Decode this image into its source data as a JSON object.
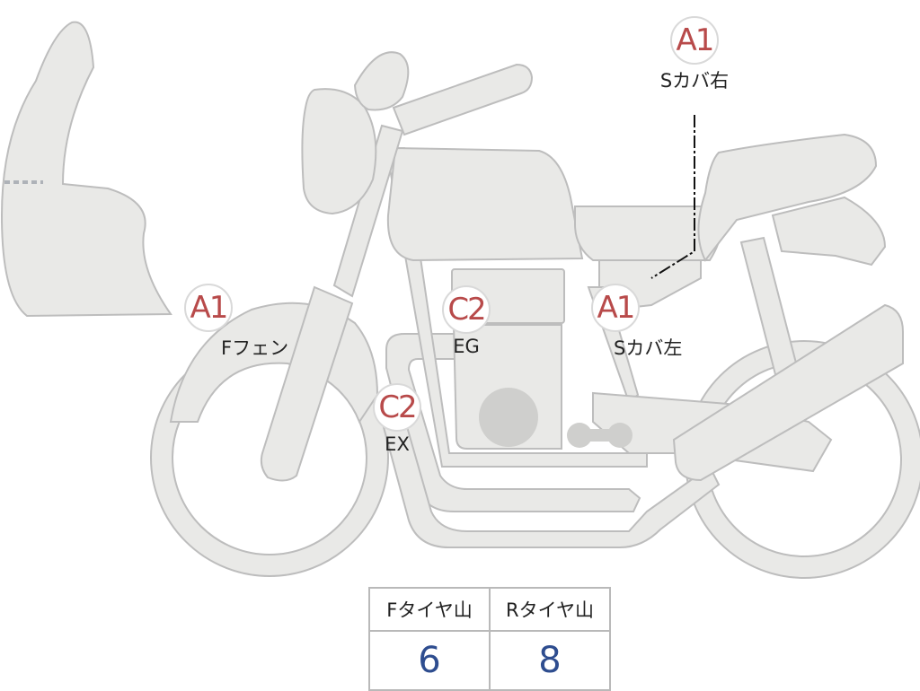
{
  "markers": [
    {
      "id": "s-cover-right",
      "grade": "A1",
      "part": "Sカバ右"
    },
    {
      "id": "f-fender",
      "grade": "A1",
      "part": "Fフェン"
    },
    {
      "id": "engine",
      "grade": "C2",
      "part": "EG"
    },
    {
      "id": "s-cover-left",
      "grade": "A1",
      "part": "Sカバ左"
    },
    {
      "id": "exhaust",
      "grade": "C2",
      "part": "EX"
    }
  ],
  "tire_table": {
    "headers": [
      "Fタイヤ山",
      "Rタイヤ山"
    ],
    "values": [
      "6",
      "8"
    ]
  },
  "colors": {
    "grade_text": "#b84a4a",
    "table_value": "#2e4d8f",
    "body_fill": "#e9e9e7",
    "outline": "#bdbdbd"
  }
}
